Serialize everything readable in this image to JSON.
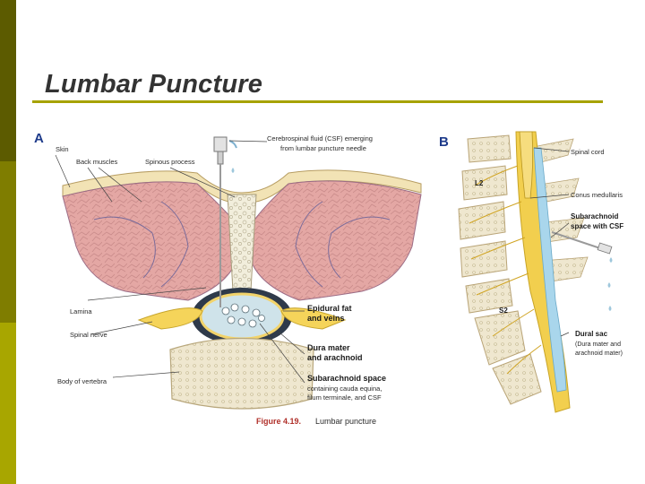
{
  "slide": {
    "title": "Lumbar Puncture",
    "colors": {
      "sidebar_dark": "#5c5b00",
      "sidebar_mid": "#7f7d00",
      "sidebar_light": "#a8a600",
      "title_text": "#333333",
      "title_rule": "#a6a200"
    }
  },
  "figure": {
    "panel_a": {
      "letter": "A",
      "labels": {
        "skin": "Skin",
        "back_muscles": "Back muscles",
        "spinous_process": "Spinous process",
        "csf_line1": "Cerebrospinal fluid (CSF) emerging",
        "csf_line2": "from lumbar puncture needle",
        "lamina": "Lamina",
        "spinal_nerve": "Spinal nerve",
        "body_of_vertebra": "Body of vertebra",
        "epidural_line1": "Epidural fat",
        "epidural_line2": "and veins",
        "dura_line1": "Dura mater",
        "dura_line2": "and arachnoid",
        "subarachnoid_line1": "Subarachnoid space",
        "subarachnoid_line2": "containing cauda equina,",
        "subarachnoid_line3": "filum terminale, and CSF"
      }
    },
    "panel_b": {
      "letter": "B",
      "labels": {
        "spinal_cord": "Spinal cord",
        "l2": "L2",
        "conus_medullaris": "Conus medullaris",
        "subarachnoid_line1": "Subarachnoid",
        "subarachnoid_line2": "space with CSF",
        "s2": "S2",
        "dural_sac": "Dural sac",
        "dural_sac_note1": "(Dura mater and",
        "dural_sac_note2": "arachnoid mater)"
      }
    },
    "caption": {
      "number": "Figure 4.19.",
      "text": "Lumbar puncture"
    }
  }
}
